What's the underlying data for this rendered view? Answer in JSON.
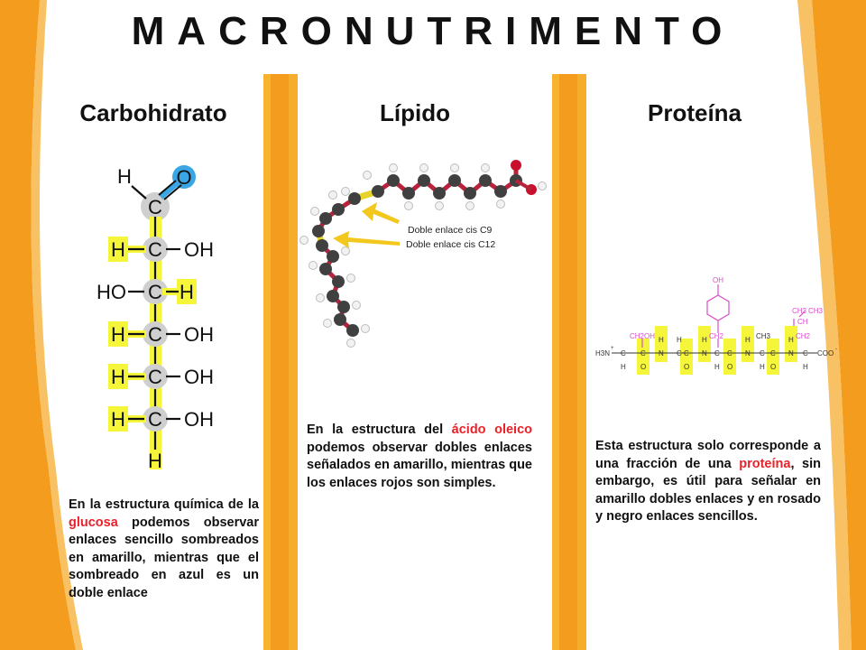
{
  "title": "MACRONUTRIMENTO",
  "colors": {
    "orange": "#f39c1d",
    "highlight_yellow": "#f5f53a",
    "highlight_blue": "#3aa6e6",
    "red_text": "#e8222a",
    "pink": "#d64fc7"
  },
  "columns": [
    {
      "heading": "Carbohidrato",
      "text_before": "En la estructura química de la ",
      "highlight": "glucosa",
      "text_after": " podemos observar enlaces sencillo sombreados en amarillo, mientras que el sombreado en azul es un doble enlace"
    },
    {
      "heading": "Lípido",
      "annotations": [
        "Doble enlace cis C9",
        "Doble enlace cis C12"
      ],
      "text_before": "En la estructura del ",
      "highlight": "ácido oleico",
      "text_after": " podemos observar dobles enlaces señalados en amarillo, mientras que los enlaces rojos son simples."
    },
    {
      "heading": "Proteína",
      "text_before": "Esta estructura solo corresponde a una fracción de una ",
      "highlight": "proteína",
      "text_after": ", sin embargo, es útil para señalar en amarillo dobles enlaces y en rosado y negro enlaces sencillos."
    }
  ],
  "glucose": {
    "aldehyde_h": "H",
    "aldehyde_c": "C",
    "aldehyde_o": "O",
    "rows": [
      {
        "left": "H",
        "right": "OH"
      },
      {
        "left": "HO",
        "right": "H"
      },
      {
        "left": "H",
        "right": "OH"
      },
      {
        "left": "H",
        "right": "OH"
      },
      {
        "left": "H",
        "right": "OH"
      }
    ],
    "carbon": "C",
    "bottom_h": "H"
  },
  "peptide": {
    "h3n": "H3N",
    "plus": "+",
    "ch2oh": "CH2OH",
    "oh": "OH",
    "ch3": "CH3",
    "ch": "CH",
    "ch2": "CH2",
    "coo": "COO",
    "minus": "-",
    "c": "C",
    "n": "N",
    "h": "H",
    "o": "O"
  }
}
